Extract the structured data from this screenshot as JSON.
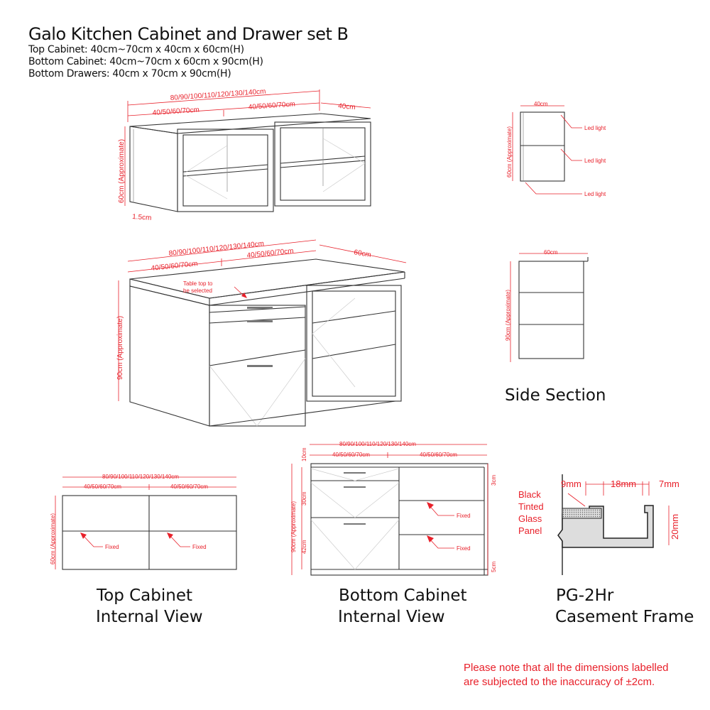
{
  "header": {
    "title": "Galo Kitchen Cabinet and Drawer set B",
    "specs": [
      "Top Cabinet: 40cm~70cm x 40cm x 60cm(H)",
      "Bottom Cabinet: 40cm~70cm x 60cm x 90cm(H)",
      "Bottom Drawers: 40cm x 70cm x 90cm(H)"
    ]
  },
  "top_cabinet": {
    "total_width": "80/90/100/110/120/130/140cm",
    "left_width": "40/50/60/70cm",
    "right_width": "40/50/60/70cm",
    "depth": "40cm",
    "height": "60cm (Approximate)",
    "thickness": "1.5cm"
  },
  "bottom_cabinet": {
    "total_width": "80/90/100/110/120/130/140cm",
    "left_width": "40/50/60/70cm",
    "right_width": "40/50/60/70cm",
    "depth": "60cm",
    "height": "90cm (Approximate)",
    "table_top_note": [
      "Table top to",
      "be selected"
    ]
  },
  "side_top": {
    "width": "40cm",
    "height": "60cm (Approximate)",
    "led_lights": [
      "Led light",
      "Led light",
      "Led light"
    ]
  },
  "side_bottom": {
    "width": "60cm",
    "height": "90cm (Approximate)",
    "caption": "Side Section"
  },
  "top_internal": {
    "total_width": "80/90/100/110/120/130/140cm",
    "left_width": "40/50/60/70cm",
    "right_width": "40/50/60/70cm",
    "height": "60cm (Approximate)",
    "fixed_labels": [
      "Fixed",
      "Fixed"
    ],
    "caption": [
      "Top Cabinet",
      "Internal View"
    ]
  },
  "bottom_internal": {
    "total_width": "80/90/100/110/120/130/140cm",
    "left_width": "40/50/60/70cm",
    "right_width": "40/50/60/70cm",
    "height": "90cm (Approximate)",
    "drawer_heights": [
      "10cm",
      "30cm",
      "42cm"
    ],
    "top_gap": "3cm",
    "base": "5cm",
    "fixed_labels": [
      "Fixed",
      "Fixed"
    ],
    "caption": [
      "Bottom Cabinet",
      "Internal View"
    ]
  },
  "frame": {
    "dims": [
      "9mm",
      "18mm",
      "7mm",
      "20mm"
    ],
    "glass_label": [
      "Black",
      "Tinted",
      "Glass",
      "Panel"
    ],
    "caption": [
      "PG-2Hr",
      "Casement Frame"
    ]
  },
  "note": [
    "Please note that all the dimensions labelled",
    "are subjected to the inaccuracy of ±2cm."
  ]
}
